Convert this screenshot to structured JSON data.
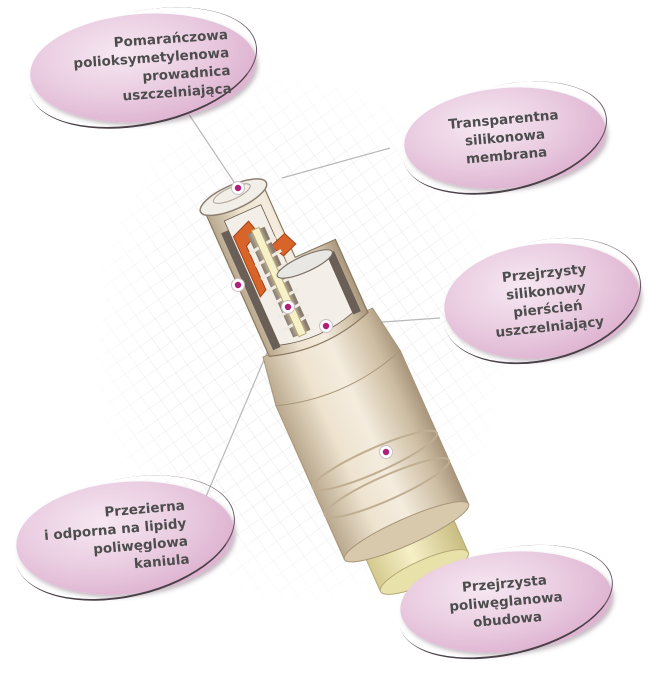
{
  "callouts": [
    {
      "text": "Pomarańczowa\npolioksymetylenowa\nprowadnica\nuszczelniająca"
    },
    {
      "text": "Transparentna\nsilikonowa\nmembrana"
    },
    {
      "text": "Przejrzysty\nsilikonowy\npierścień\nuszczelniający"
    },
    {
      "text": "Przezierna\ni odporna na lipidy\npoliwęglowa\nkaniula"
    },
    {
      "text": "Przejrzysta\npoliwęglanowa\nobudowa"
    }
  ],
  "colors": {
    "bubble": "#e9cbe0",
    "label_text": "#4d4d4d",
    "connector": "#b8b8b8",
    "marker": "#b0207a",
    "body_beige": "#e8dcc6",
    "orange_guide": "#d8642a",
    "base_yellow": "#efe7b4"
  },
  "icons": [
    "callout-marker-dot"
  ]
}
